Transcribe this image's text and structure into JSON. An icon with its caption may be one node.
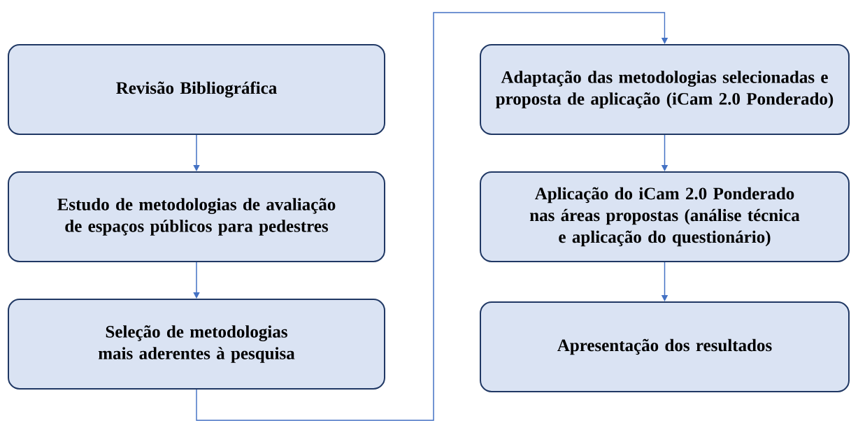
{
  "diagram": {
    "nodes": [
      {
        "text": [
          "Revisão Bibliográfica"
        ]
      },
      {
        "text": [
          "Estudo de metodologias de avaliação de espaços públicos para pedestres"
        ]
      },
      {
        "text": [
          "Seleção de metodologias mais aderentes à pesquisa"
        ]
      },
      {
        "text": [
          "Adaptação das metodologias selecionadas e proposta de aplicação (iCam 2.0 Ponderado)"
        ]
      },
      {
        "text": [
          "Aplicação do iCam 2.0 Ponderado nas áreas propostas (análise técnica e aplicação do questionário)"
        ]
      },
      {
        "text": [
          "Apresentação dos resultados"
        ]
      }
    ],
    "edges": [
      {
        "from": 0,
        "to": 1,
        "arrow": "to"
      },
      {
        "from": 1,
        "to": 2,
        "arrow": "to"
      },
      {
        "from": 2,
        "to": 3,
        "arrow": "to"
      },
      {
        "from": 3,
        "to": 4,
        "arrow": "to"
      },
      {
        "from": 4,
        "to": 5,
        "arrow": "to"
      }
    ]
  }
}
